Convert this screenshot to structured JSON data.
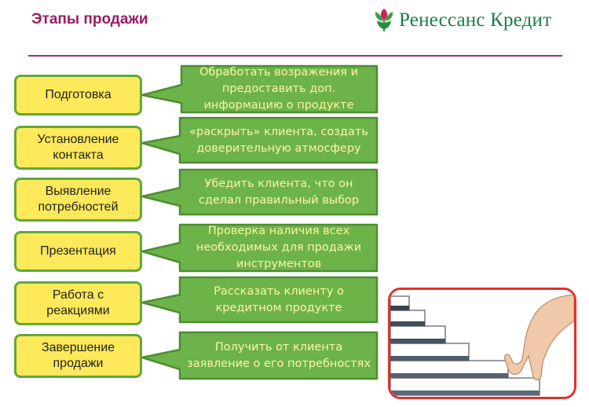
{
  "header": {
    "title": "Этапы продажи",
    "logo_text": "Ренессанс Кредит",
    "logo_icon": "tulip-logo-icon"
  },
  "colors": {
    "title": "#9b1b64",
    "divider": "#a0306e",
    "stage_fill": "#fde95a",
    "stage_border": "#62a83a",
    "action_fill": "#6cb34a",
    "action_border": "#4e8d32",
    "action_text": "#fff6a0",
    "brand_green": "#1a7b49",
    "photo_border": "#e2312b"
  },
  "stages": [
    {
      "label": "Подготовка",
      "action": "Обработать возражения и предоставить доп. информацию о продукте"
    },
    {
      "label": "Установление контакта",
      "action": "«раскрыть» клиента, создать доверительную атмосферу"
    },
    {
      "label": "Выявление потребностей",
      "action": "Убедить клиента, что он сделал правильный выбор"
    },
    {
      "label": "Презентация",
      "action": "Проверка наличия всех необходимых для продажи инструментов"
    },
    {
      "label": "Работа с реакциями",
      "action": "Рассказать клиенту о кредитном продукте"
    },
    {
      "label": "Завершение продажи",
      "action": "Получить от клиента заявление о его потребностях"
    }
  ],
  "photo": {
    "icon": "stairs-of-books-with-walking-fingers-icon"
  }
}
